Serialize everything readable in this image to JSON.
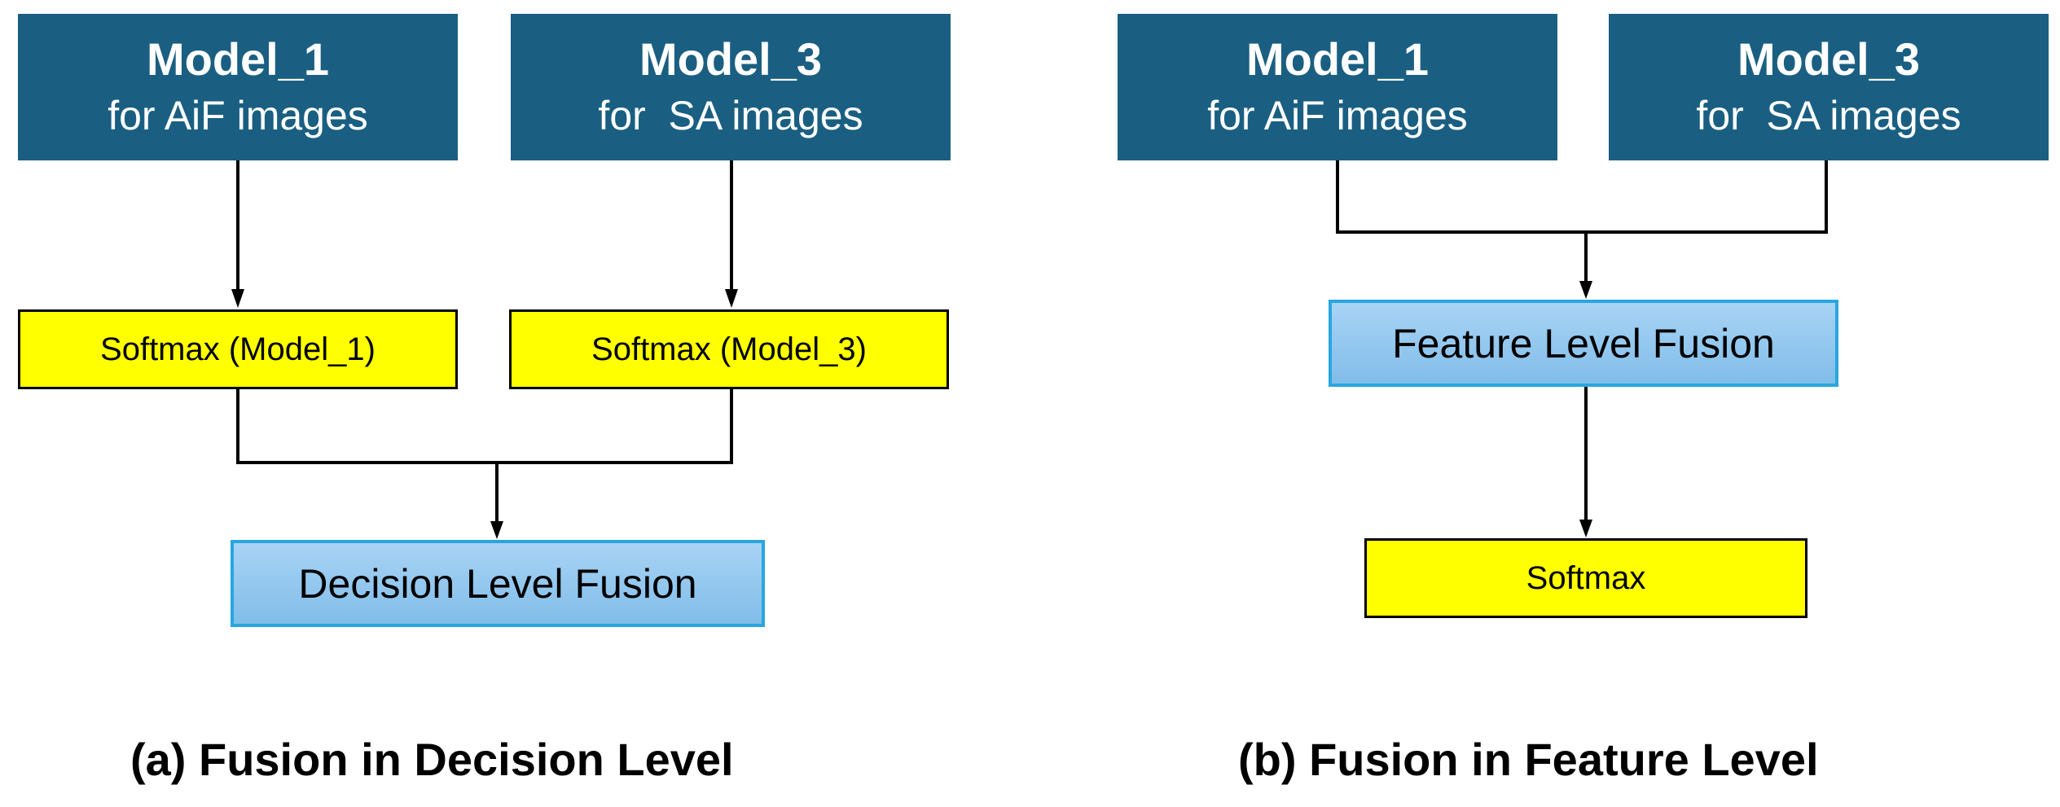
{
  "left": {
    "model_a": {
      "name": "Model_1",
      "sub": "for AiF images"
    },
    "model_b": {
      "name": "Model_3",
      "sub": "for  SA images"
    },
    "softmax_a": "Softmax (Model_1)",
    "softmax_b": "Softmax (Model_3)",
    "fusion": "Decision Level Fusion",
    "caption": "(a) Fusion in Decision Level"
  },
  "right": {
    "model_a": {
      "name": "Model_1",
      "sub": "for AiF images"
    },
    "model_b": {
      "name": "Model_3",
      "sub": "for  SA images"
    },
    "fusion": "Feature Level Fusion",
    "softmax": "Softmax",
    "caption": "(b) Fusion in Feature Level"
  },
  "colors": {
    "model_box": "#1a5f82",
    "softmax_box": "#ffff00",
    "fusion_box": "#a9d3f5",
    "fusion_border": "#29a6e0"
  }
}
